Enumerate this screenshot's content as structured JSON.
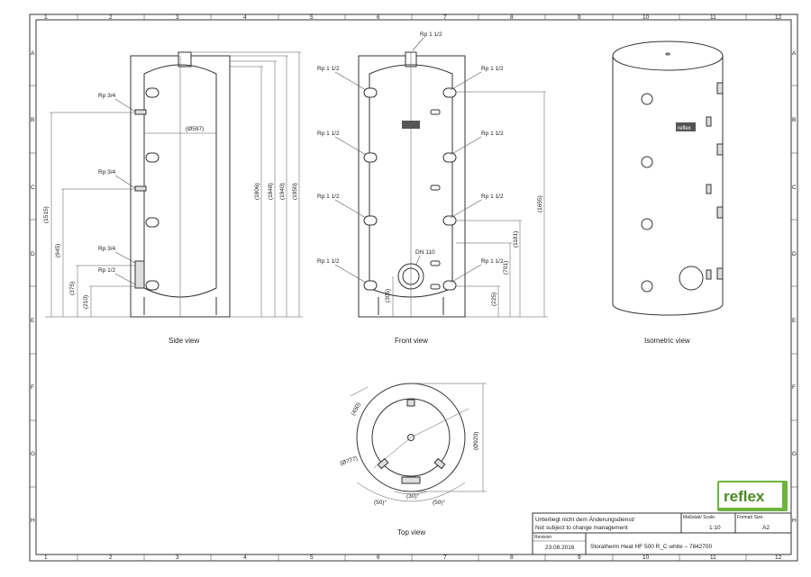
{
  "frame": {
    "columns": [
      "1",
      "2",
      "3",
      "4",
      "5",
      "6",
      "7",
      "8",
      "9",
      "10",
      "11",
      "12"
    ],
    "rows": [
      "A",
      "B",
      "C",
      "D",
      "E",
      "F",
      "G",
      "H"
    ]
  },
  "side_view": {
    "caption": "Side view",
    "labels": [
      "Rp 3/4",
      "Rp 3/4",
      "Rp 3/4",
      "Rp 1/2"
    ],
    "diameter": "(Ø597)",
    "dims_left": [
      "(1515)",
      "(945)",
      "(375)",
      "(210)"
    ],
    "dims_right": [
      "(1806)",
      "(1848)",
      "(1940)",
      "(1950)"
    ]
  },
  "front_view": {
    "caption": "Front view",
    "top_label": "Rp 1 1/2",
    "left_labels": [
      "Rp 1 1/2",
      "Rp 1 1/2",
      "Rp 1 1/2",
      "Rp 1 1/2"
    ],
    "right_labels": [
      "Rp 1 1/2",
      "Rp 1 1/2",
      "Rp 1 1/2",
      "Rp 1 1/2"
    ],
    "flange_label": "DN 110",
    "flange_dim": "(305)",
    "dims_right": [
      "(1655)",
      "(1181)",
      "(701)",
      "(225)"
    ]
  },
  "isometric_view": {
    "caption": "Isometric view",
    "logo_text": "reflex"
  },
  "top_view": {
    "caption": "Top view",
    "dims": [
      "(450)",
      "(Ø920)",
      "(Ø777)",
      "(50)°",
      "(30)°",
      "(50)°"
    ]
  },
  "brand": {
    "logo_text": "reflex",
    "color": "#6db33f"
  },
  "title_block": {
    "notice_de": "Unterliegt nicht dem Änderungsdienst/",
    "notice_en": "Not subject to change management",
    "scale_label": "Maßstab/ Scale:",
    "scale_value": "1:10",
    "format_label": "Format/ Size:",
    "format_value": "A2",
    "revision_label": "Revision",
    "revision_date": "23.08.2016",
    "title": "Storatherm Heat HF 500 R_C white – 7842700"
  }
}
